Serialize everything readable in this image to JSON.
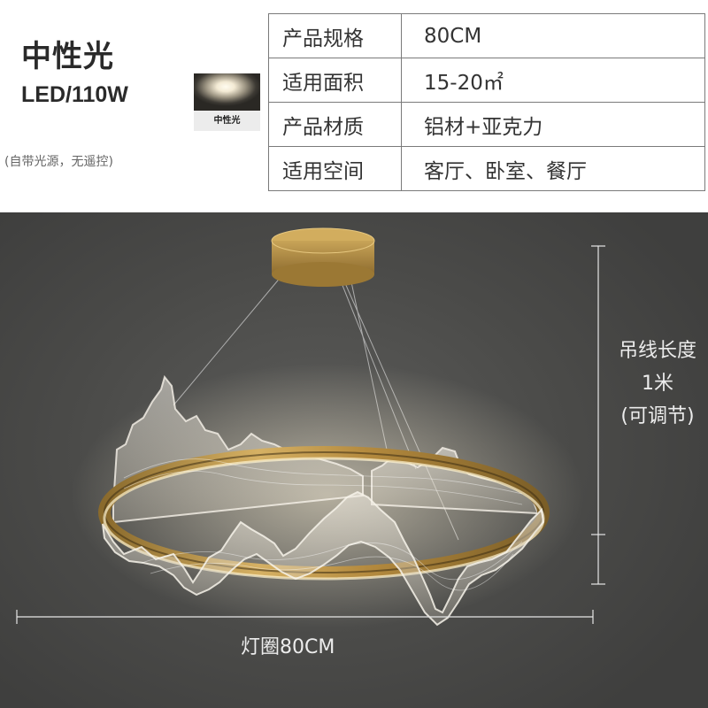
{
  "light": {
    "title": "中性光",
    "spec": "LED/110W",
    "note": "(自带光源，无遥控)",
    "swatch_label": "中性光"
  },
  "specs": [
    {
      "label": "产品规格",
      "value": "80CM"
    },
    {
      "label": "适用面积",
      "value": "15-20㎡"
    },
    {
      "label": "产品材质",
      "value": "铝材+亚克力"
    },
    {
      "label": "适用空间",
      "value": "客厅、卧室、餐厅"
    }
  ],
  "dimensions": {
    "cable_line1": "吊线长度",
    "cable_line2": "1米",
    "cable_line3": "(可调节)",
    "ring": "灯圈80CM"
  },
  "colors": {
    "background_dark": "#4b4b49",
    "gold": "#c9a24e",
    "dim_line": "#e6e6e6"
  }
}
